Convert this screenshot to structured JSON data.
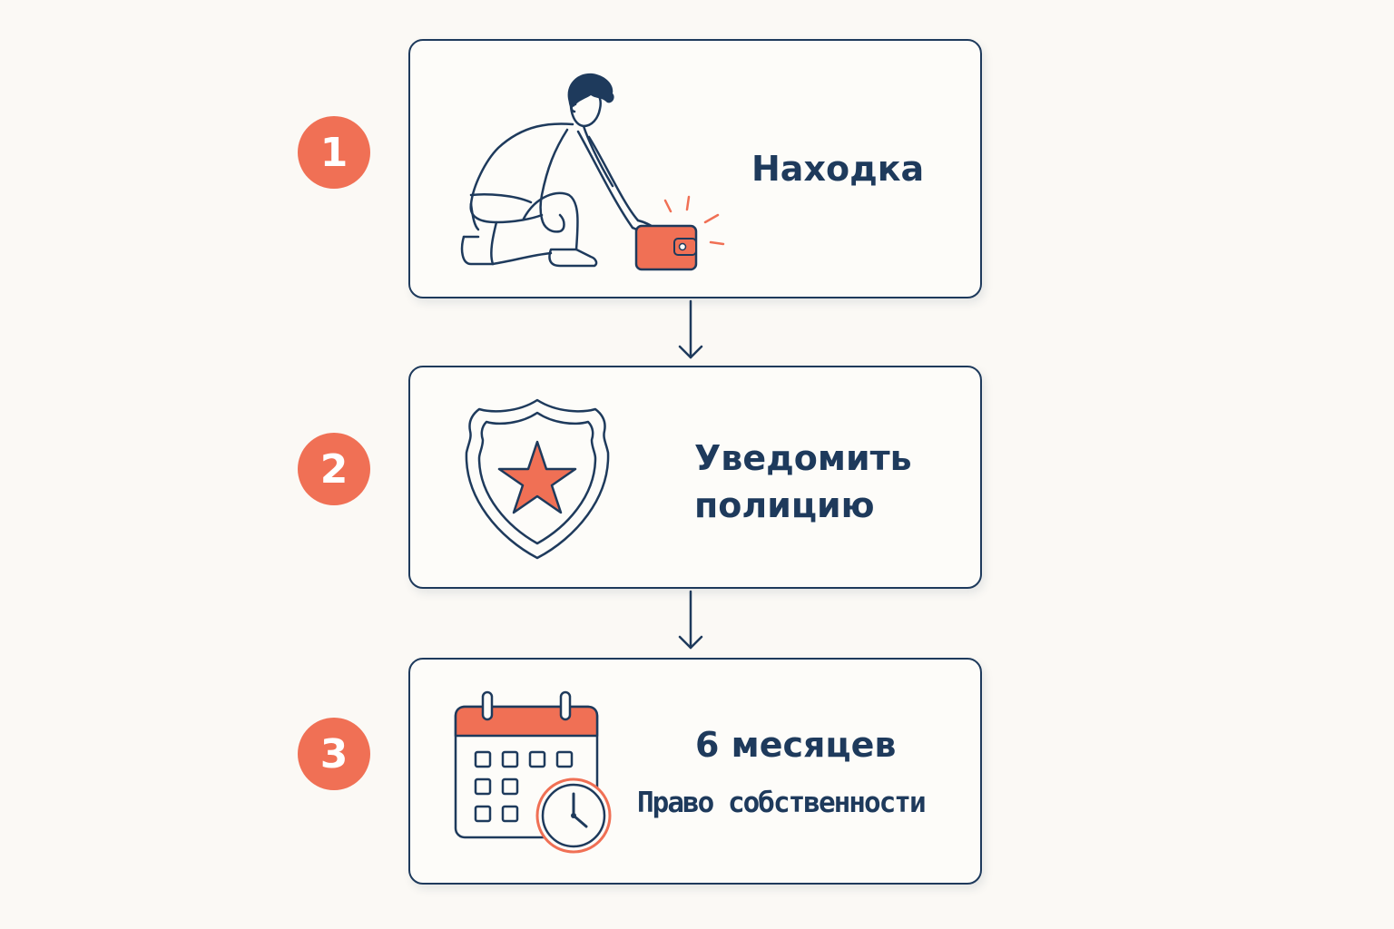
{
  "steps": [
    {
      "number": "1",
      "title": "Находка",
      "icon": "person-finding-wallet-icon"
    },
    {
      "number": "2",
      "title_line1": "Уведомить",
      "title_line2": "полицию",
      "icon": "police-badge-icon"
    },
    {
      "number": "3",
      "title": "6 месяцев",
      "subtitle": "Право собственности",
      "icon": "calendar-clock-icon"
    }
  ],
  "colors": {
    "accent": "#f07055",
    "stroke": "#1e3a5c",
    "background": "#fbf9f5"
  }
}
